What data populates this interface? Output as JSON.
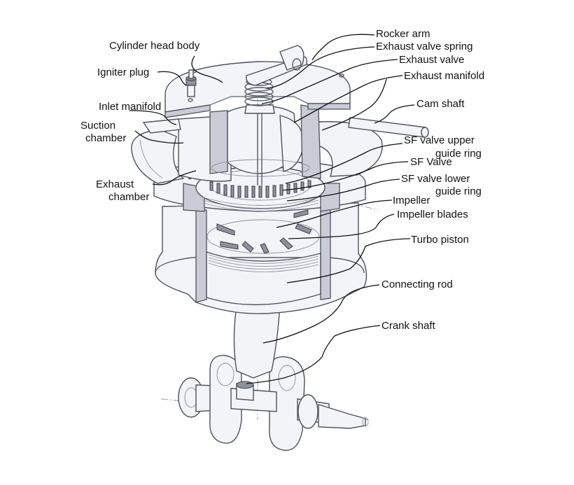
{
  "colors": {
    "line": "#111111",
    "outline": "#4d525c",
    "metal_light": "#f3f4f8",
    "metal_cut": "#c9ccd6",
    "centerline": "#6d7fc7"
  },
  "labels": {
    "cylinder_head_body": "Cylinder head body",
    "igniter_plug": "Igniter plug",
    "inlet_manifold": "Inlet manifold",
    "suction_chamber_1": "Suction",
    "suction_chamber_2": "chamber",
    "exhaust_chamber_1": "Exhaust",
    "exhaust_chamber_2": "chamber",
    "rocker_arm": "Rocker arm",
    "exhaust_valve_spring": "Exhaust valve spring",
    "exhaust_valve": "Exhaust valve",
    "exhaust_manifold": "Exhaust manifold",
    "cam_shaft": "Cam shaft",
    "sf_valve_upper_1": "SF valve upper",
    "sf_valve_upper_2": "guide ring",
    "sf_valve": "SF Valve",
    "sf_valve_lower_1": "SF valve lower",
    "sf_valve_lower_2": "guide ring",
    "impeller": "Impeller",
    "impeller_blades": "Impeller blades",
    "turbo_piston": "Turbo piston",
    "connecting_rod": "Connecting rod",
    "crank_shaft": "Crank shaft"
  }
}
